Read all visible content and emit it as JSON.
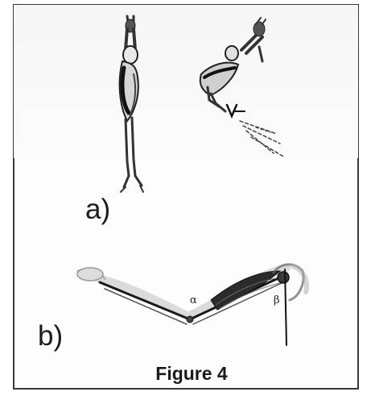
{
  "figure": {
    "panel_a_label": "a)",
    "panel_b_label": "b)",
    "caption": "Figure 4",
    "angle_alpha": "α",
    "angle_beta": "β"
  }
}
